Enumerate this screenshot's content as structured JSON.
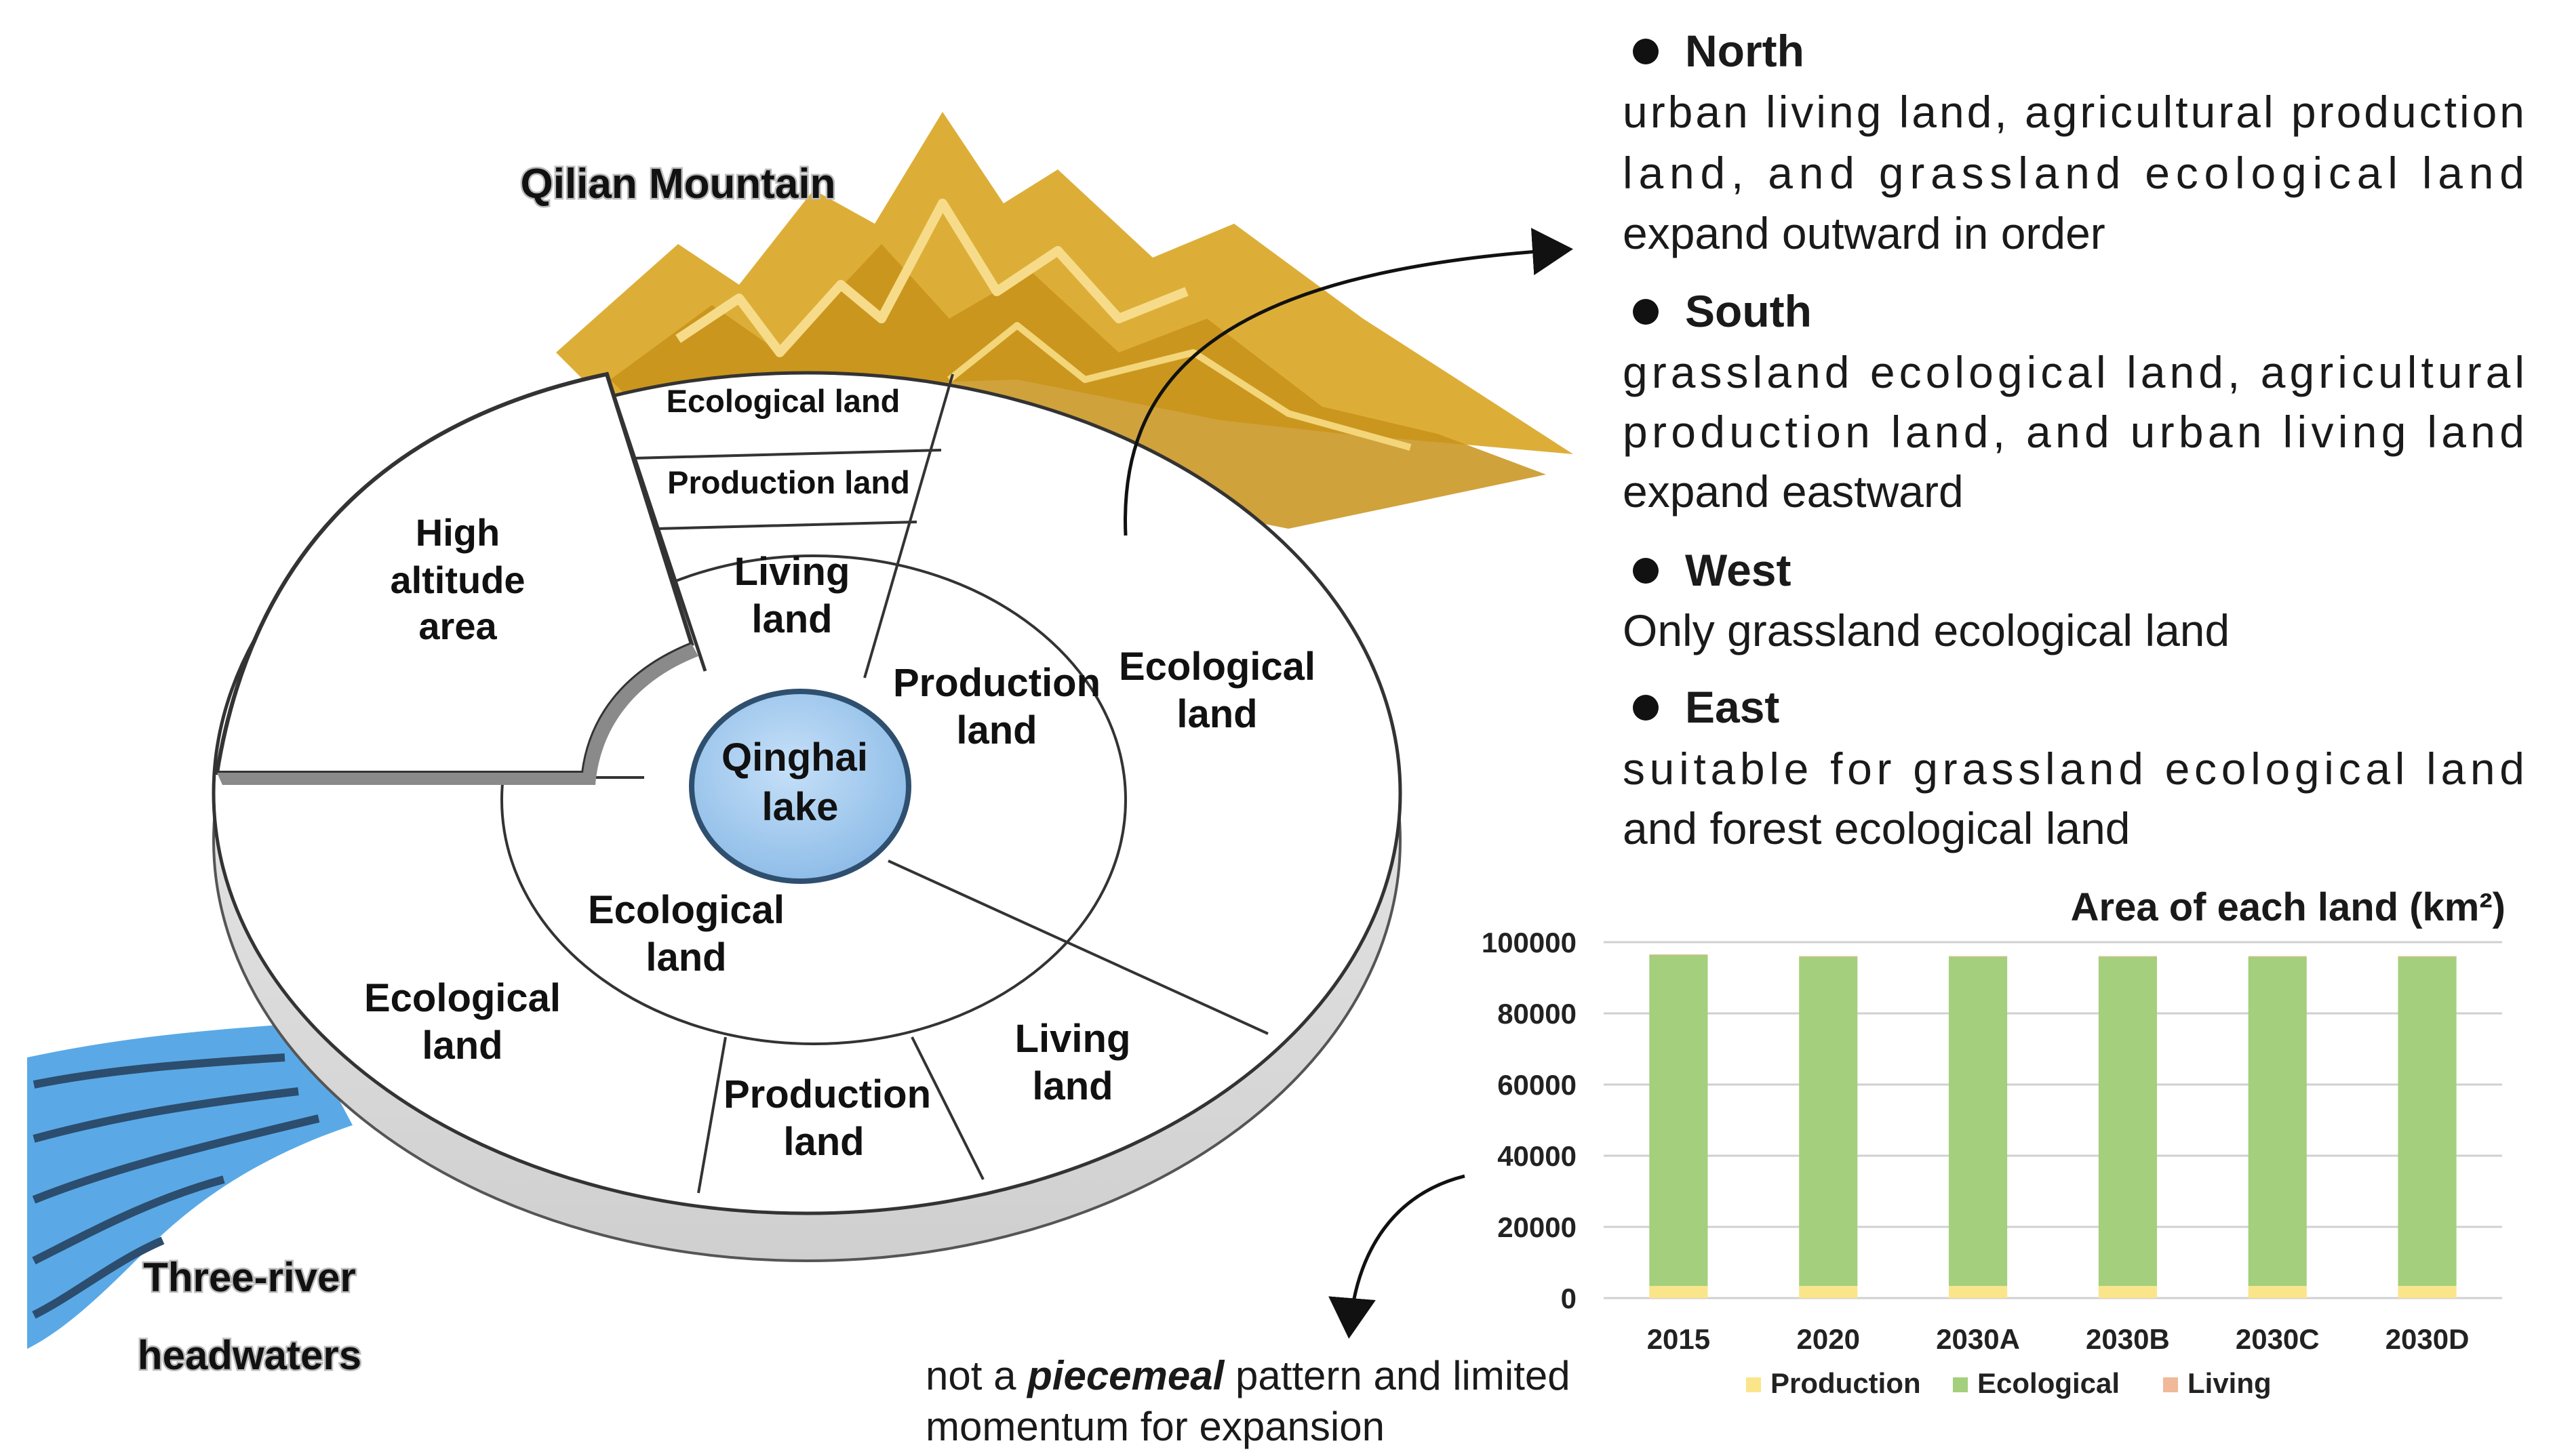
{
  "diagram": {
    "mountain_label": "Qilian Mountain",
    "river_label_line1": "Three-river",
    "river_label_line2": "headwaters",
    "lake_line1": "Qinghai",
    "lake_line2": "lake",
    "high_altitude": [
      "High",
      "altitude",
      "area"
    ],
    "north_sector": {
      "outer": "Ecological land",
      "middle": "Production land",
      "inner": [
        "Living",
        "land"
      ]
    },
    "east_sector": {
      "middle": [
        "Production",
        "land"
      ],
      "outer": [
        "Ecological",
        "land"
      ]
    },
    "south_sector": {
      "inner": [
        "Ecological",
        "land"
      ],
      "outer_left": [
        "Ecological",
        "land"
      ],
      "outer_mid": [
        "Production",
        "land"
      ],
      "outer_right": [
        "Living",
        "land"
      ]
    },
    "colors": {
      "mountain": "#d9a521",
      "lake": "#a9cdf1",
      "river": "#5aa9e6",
      "rim": "#e6e6e6"
    }
  },
  "directions": [
    {
      "heading": "North",
      "lines": [
        "urban living land, agricultural production",
        "land, and grassland ecological land",
        "expand outward in order"
      ]
    },
    {
      "heading": "South",
      "lines": [
        "grassland ecological land, agricultural",
        "production land, and urban living land",
        "expand eastward"
      ]
    },
    {
      "heading": "West",
      "lines": [
        "Only grassland ecological land"
      ]
    },
    {
      "heading": "East",
      "lines": [
        "suitable for grassland ecological land",
        "and forest ecological land"
      ]
    }
  ],
  "note": {
    "prefix": "not a ",
    "emphasis": "piecemeal",
    "suffix": " pattern and limited",
    "line2": "momentum  for expansion"
  },
  "chart_data": {
    "type": "bar",
    "stacked": true,
    "title": "Area of each land (km²)",
    "categories": [
      "2015",
      "2020",
      "2030A",
      "2030B",
      "2030C",
      "2030D"
    ],
    "series": [
      {
        "name": "Production",
        "color": "#fbe58a",
        "values": [
          3400,
          3400,
          3400,
          3400,
          3400,
          3400
        ]
      },
      {
        "name": "Ecological",
        "color": "#a4cf7c",
        "values": [
          93000,
          92500,
          92500,
          92500,
          92500,
          92500
        ]
      },
      {
        "name": "Living",
        "color": "#f0b99a",
        "values": [
          200,
          200,
          200,
          200,
          200,
          200
        ]
      }
    ],
    "yticks": [
      "100000",
      "80000",
      "60000",
      "40000",
      "20000",
      "0"
    ],
    "ylim": [
      0,
      100000
    ],
    "grid": true,
    "legend": "bottom"
  }
}
